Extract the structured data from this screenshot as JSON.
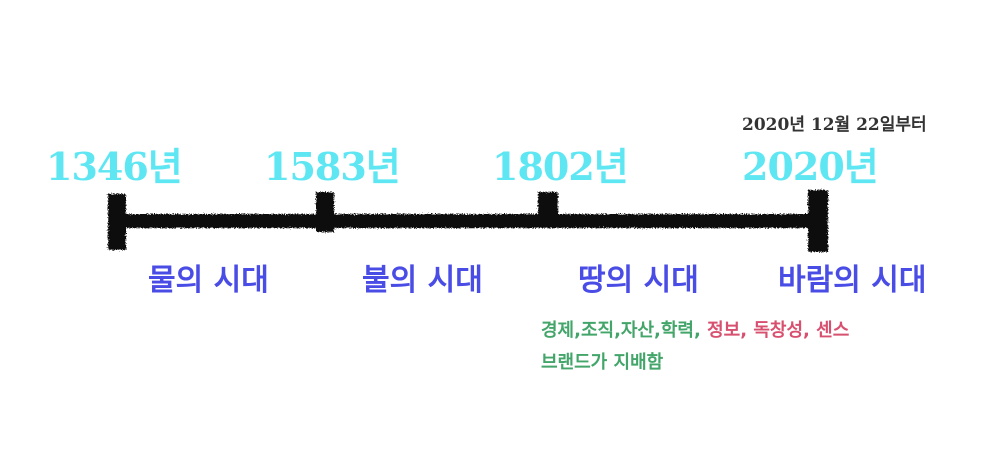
{
  "since_label": "2020년 12월 22일부터",
  "years": [
    "1346년",
    "1583년",
    "1802년",
    "2020년"
  ],
  "eras": [
    "물의 시대",
    "불의 시대",
    "땅의 시대",
    "바람의 시대"
  ],
  "note": {
    "green_part": "경제,조직,자산,학력,",
    "red_part": "정보, 독창성, 센스",
    "line2": "브랜드가 지배함"
  },
  "colors": {
    "year": "#5ee6f3",
    "era": "#4a4ce6",
    "green": "#43a56a",
    "red": "#d8506f",
    "line": "#111111"
  }
}
